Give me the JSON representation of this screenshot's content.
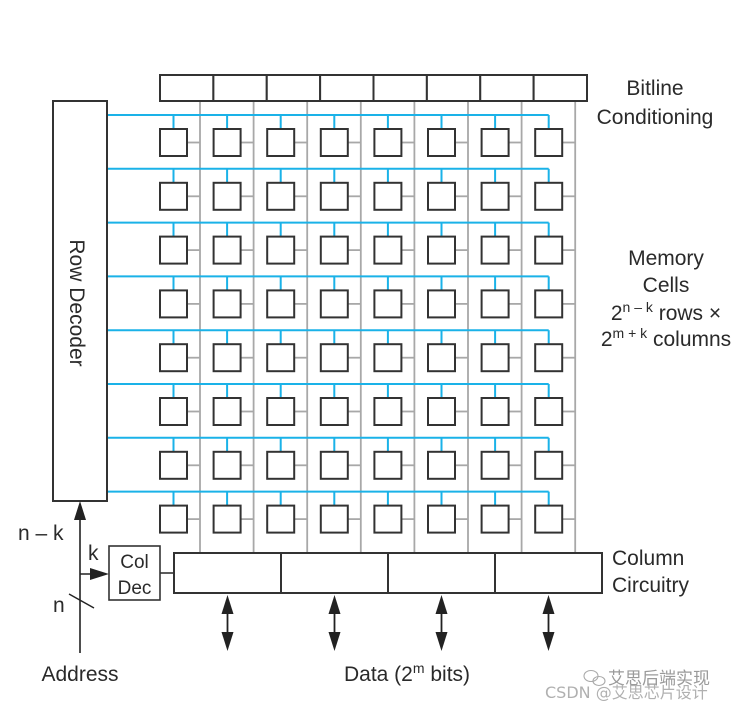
{
  "diagram": {
    "title": "Memory array architecture",
    "grid": {
      "rows": 8,
      "columns": 8,
      "column_circuit_groups": 4,
      "conditioning_blocks": 8
    },
    "colors": {
      "box_stroke": "#333333",
      "wordline": "#1ab2e8",
      "bitline": "#a8a8a8",
      "text": "#2a2a2a"
    },
    "labels": {
      "bitline_conditioning": [
        "Bitline",
        "Conditioning"
      ],
      "memory_cells": [
        "Memory",
        "Cells"
      ],
      "rows_expr": {
        "base": "2",
        "exp": "n – k",
        "suffix": " rows ×"
      },
      "cols_expr": {
        "base": "2",
        "exp": "m + k",
        "suffix": " columns"
      },
      "row_decoder": "Row Decoder",
      "col_dec": [
        "Col",
        "Dec"
      ],
      "column_circuitry": [
        "Column",
        "Circuitry"
      ],
      "n_minus_k": "n – k",
      "k": "k",
      "n": "n",
      "address": "Address",
      "data": {
        "prefix": "Data (2",
        "exp": "m",
        "suffix": " bits)"
      }
    },
    "watermark": {
      "line1": "艾思后端实现",
      "line2": "CSDN @艾思芯片设计",
      "icon": "wechat-icon"
    }
  }
}
